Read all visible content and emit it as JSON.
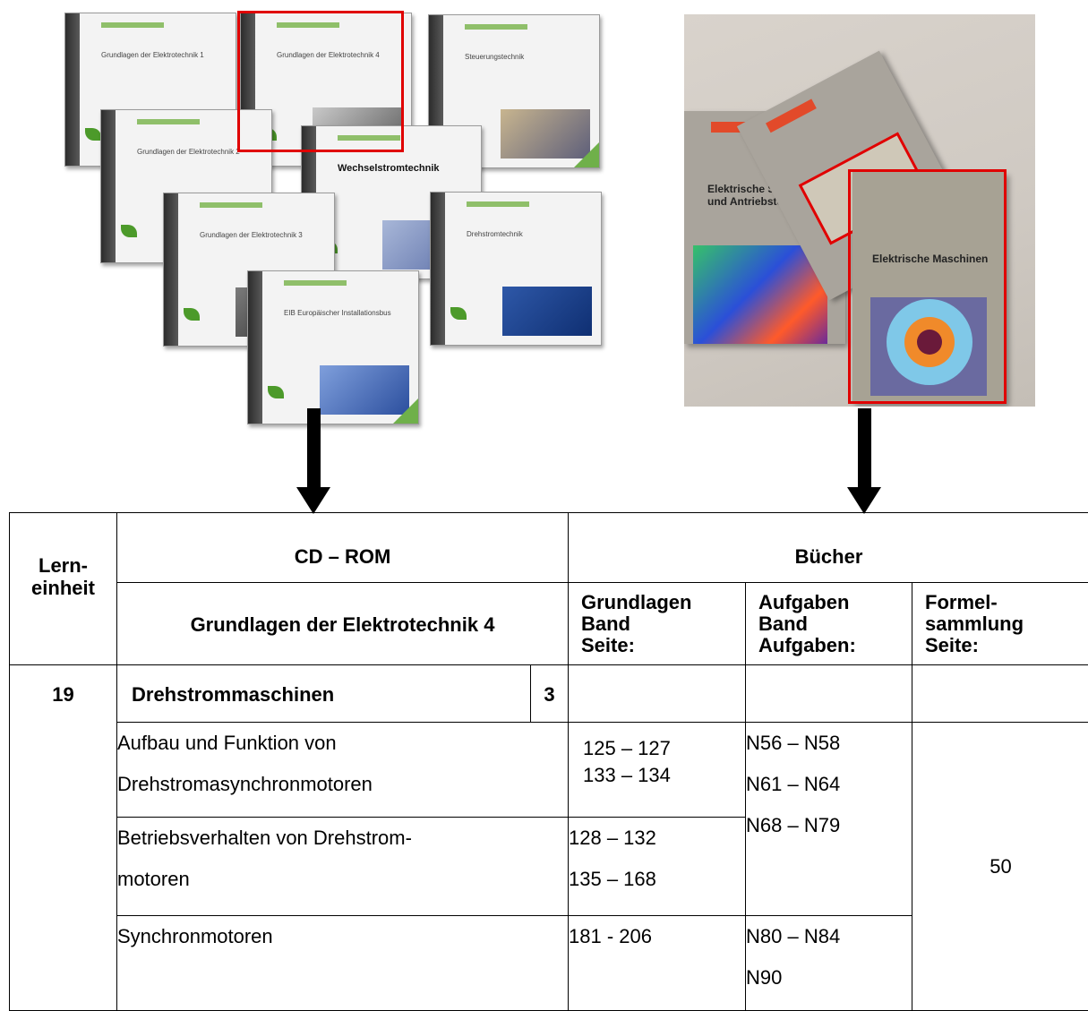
{
  "cd_photo": {
    "covers": [
      {
        "title": "Grundlagen der Elektrotechnik 1"
      },
      {
        "title": "Grundlagen der Elektrotechnik 4"
      },
      {
        "title": "Steuerungstechnik"
      },
      {
        "title": "Grundlagen der Elektrotechnik 2"
      },
      {
        "title": "Wechselstromtechnik"
      },
      {
        "title": "Grundlagen der Elektrotechnik 3"
      },
      {
        "title": "Drehstromtechnik"
      },
      {
        "title": "EIB Europäischer Installationsbus"
      }
    ],
    "highlight_color": "#e00000"
  },
  "book_photo": {
    "books": [
      {
        "title": "Elektrische Steuerungs- und Antriebstechnik"
      },
      {
        "title": "Elektrische Maschinen"
      }
    ],
    "highlight_color": "#e00000"
  },
  "table": {
    "col_lerneinheit": "Lern-\neinheit",
    "col_cdrom": "CD – ROM",
    "col_buecher": "Bücher",
    "cd_title": "Grundlagen der Elektrotechnik 4",
    "sub_grundlagen": "Grundlagen\nBand\nSeite:",
    "sub_aufgaben": "Aufgaben\nBand\nAufgaben:",
    "sub_formel": "Formel-\nsammlung\nSeite:",
    "unit_number": "19",
    "unit_title": "Drehstrommaschinen",
    "unit_count": "3",
    "rows": [
      {
        "topic": "Aufbau und Funktion von\nDrehstromasynchronmotoren",
        "pages": "125 – 127\n133 – 134"
      },
      {
        "topic": "Betriebsverhalten von Drehstrom-\nmotoren",
        "pages": "128 – 132\n135 – 168"
      },
      {
        "topic": "Synchronmotoren",
        "pages": "181 - 206"
      }
    ],
    "tasks_a": "N56 – N58\nN61 – N64\nN68 – N79",
    "tasks_b": "N80 – N84\nN90",
    "formel_page": "50"
  }
}
